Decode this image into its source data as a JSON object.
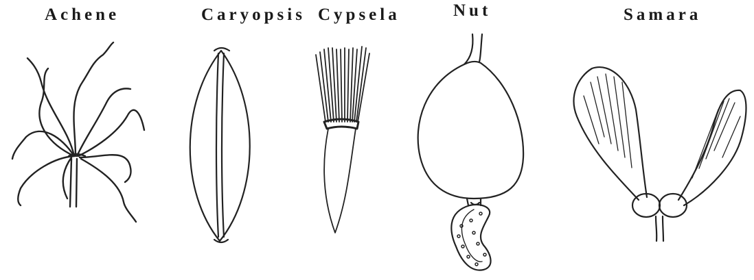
{
  "labels": {
    "achene": "Achene",
    "caryopsis": "Caryopsis",
    "cypsela": "Cypsela",
    "nut": "Nut",
    "samara": "Samara"
  },
  "colors": {
    "ink": "#222222",
    "background": "#ffffff"
  }
}
